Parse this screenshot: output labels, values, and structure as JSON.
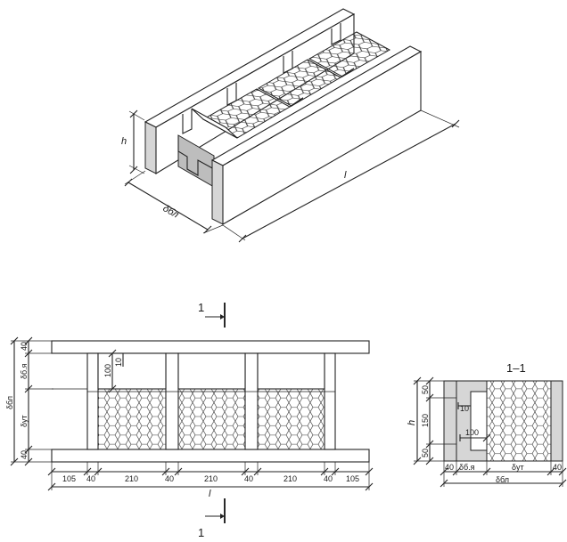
{
  "isometric": {
    "label_h": "h",
    "label_width": "δбл",
    "label_length": "l"
  },
  "plan": {
    "section_mark_top": "1",
    "section_mark_bottom": "1",
    "left_dims": [
      "40",
      "δб.я",
      "δут",
      "40"
    ],
    "left_total": "δбл",
    "inner_dims": [
      "100",
      "10"
    ],
    "bottom_dims": [
      "105",
      "40",
      "210",
      "40",
      "210",
      "40",
      "210",
      "40",
      "105"
    ],
    "bottom_total": "l"
  },
  "section": {
    "title": "1–1",
    "left_dims": [
      "50",
      "150",
      "50"
    ],
    "left_total": "h",
    "inner_dims": [
      "10",
      "100"
    ],
    "bottom_dims": [
      "40",
      "δб.я",
      "δут",
      "40"
    ],
    "bottom_total": "δбл"
  },
  "colors": {
    "line": "#222222",
    "shade": "#d6d6d6"
  }
}
